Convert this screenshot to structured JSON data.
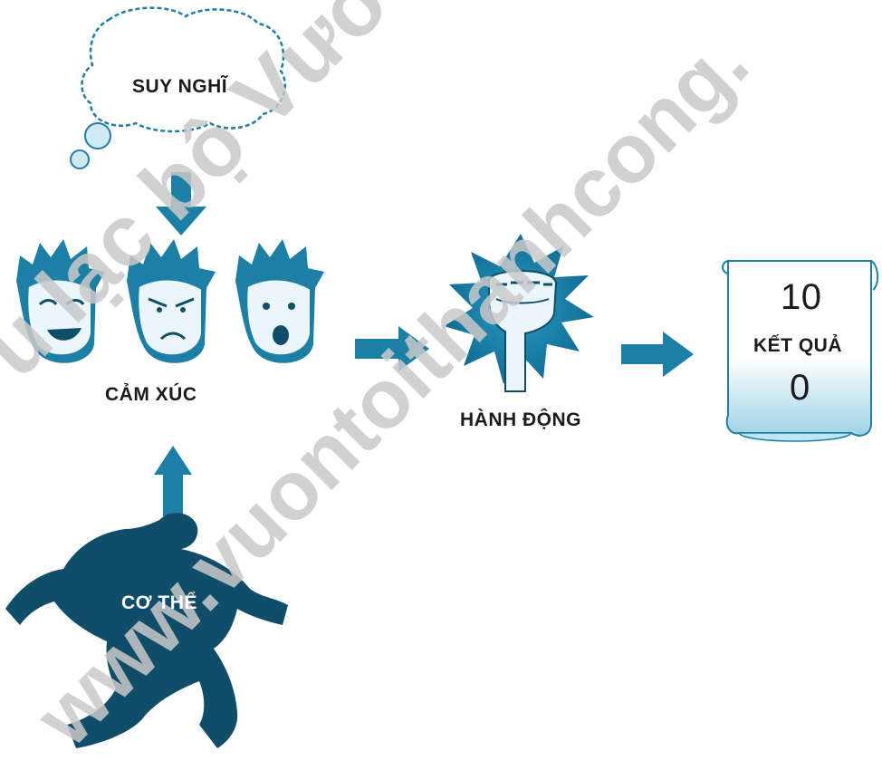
{
  "nodes": {
    "thought": "SUY NGHĨ",
    "emotion": "CẢM XÚC",
    "body": "CƠ THỂ",
    "action": "HÀNH ĐỘNG",
    "result_title": "KẾT QUẢ",
    "result_top": "10",
    "result_bottom": "0"
  },
  "watermark": {
    "line1": "u lạc bộ Vươn Tới Tha",
    "line2": "www.vuontoithanhcong."
  },
  "colors": {
    "primary": "#1b7fa6",
    "dark": "#0f4d69",
    "light": "#bfe6f2"
  },
  "icons": [
    "thought-cloud-icon",
    "happy-face-icon",
    "angry-face-icon",
    "surprised-face-icon",
    "fist-icon",
    "scroll-icon",
    "runner-icon",
    "arrow-icon"
  ]
}
